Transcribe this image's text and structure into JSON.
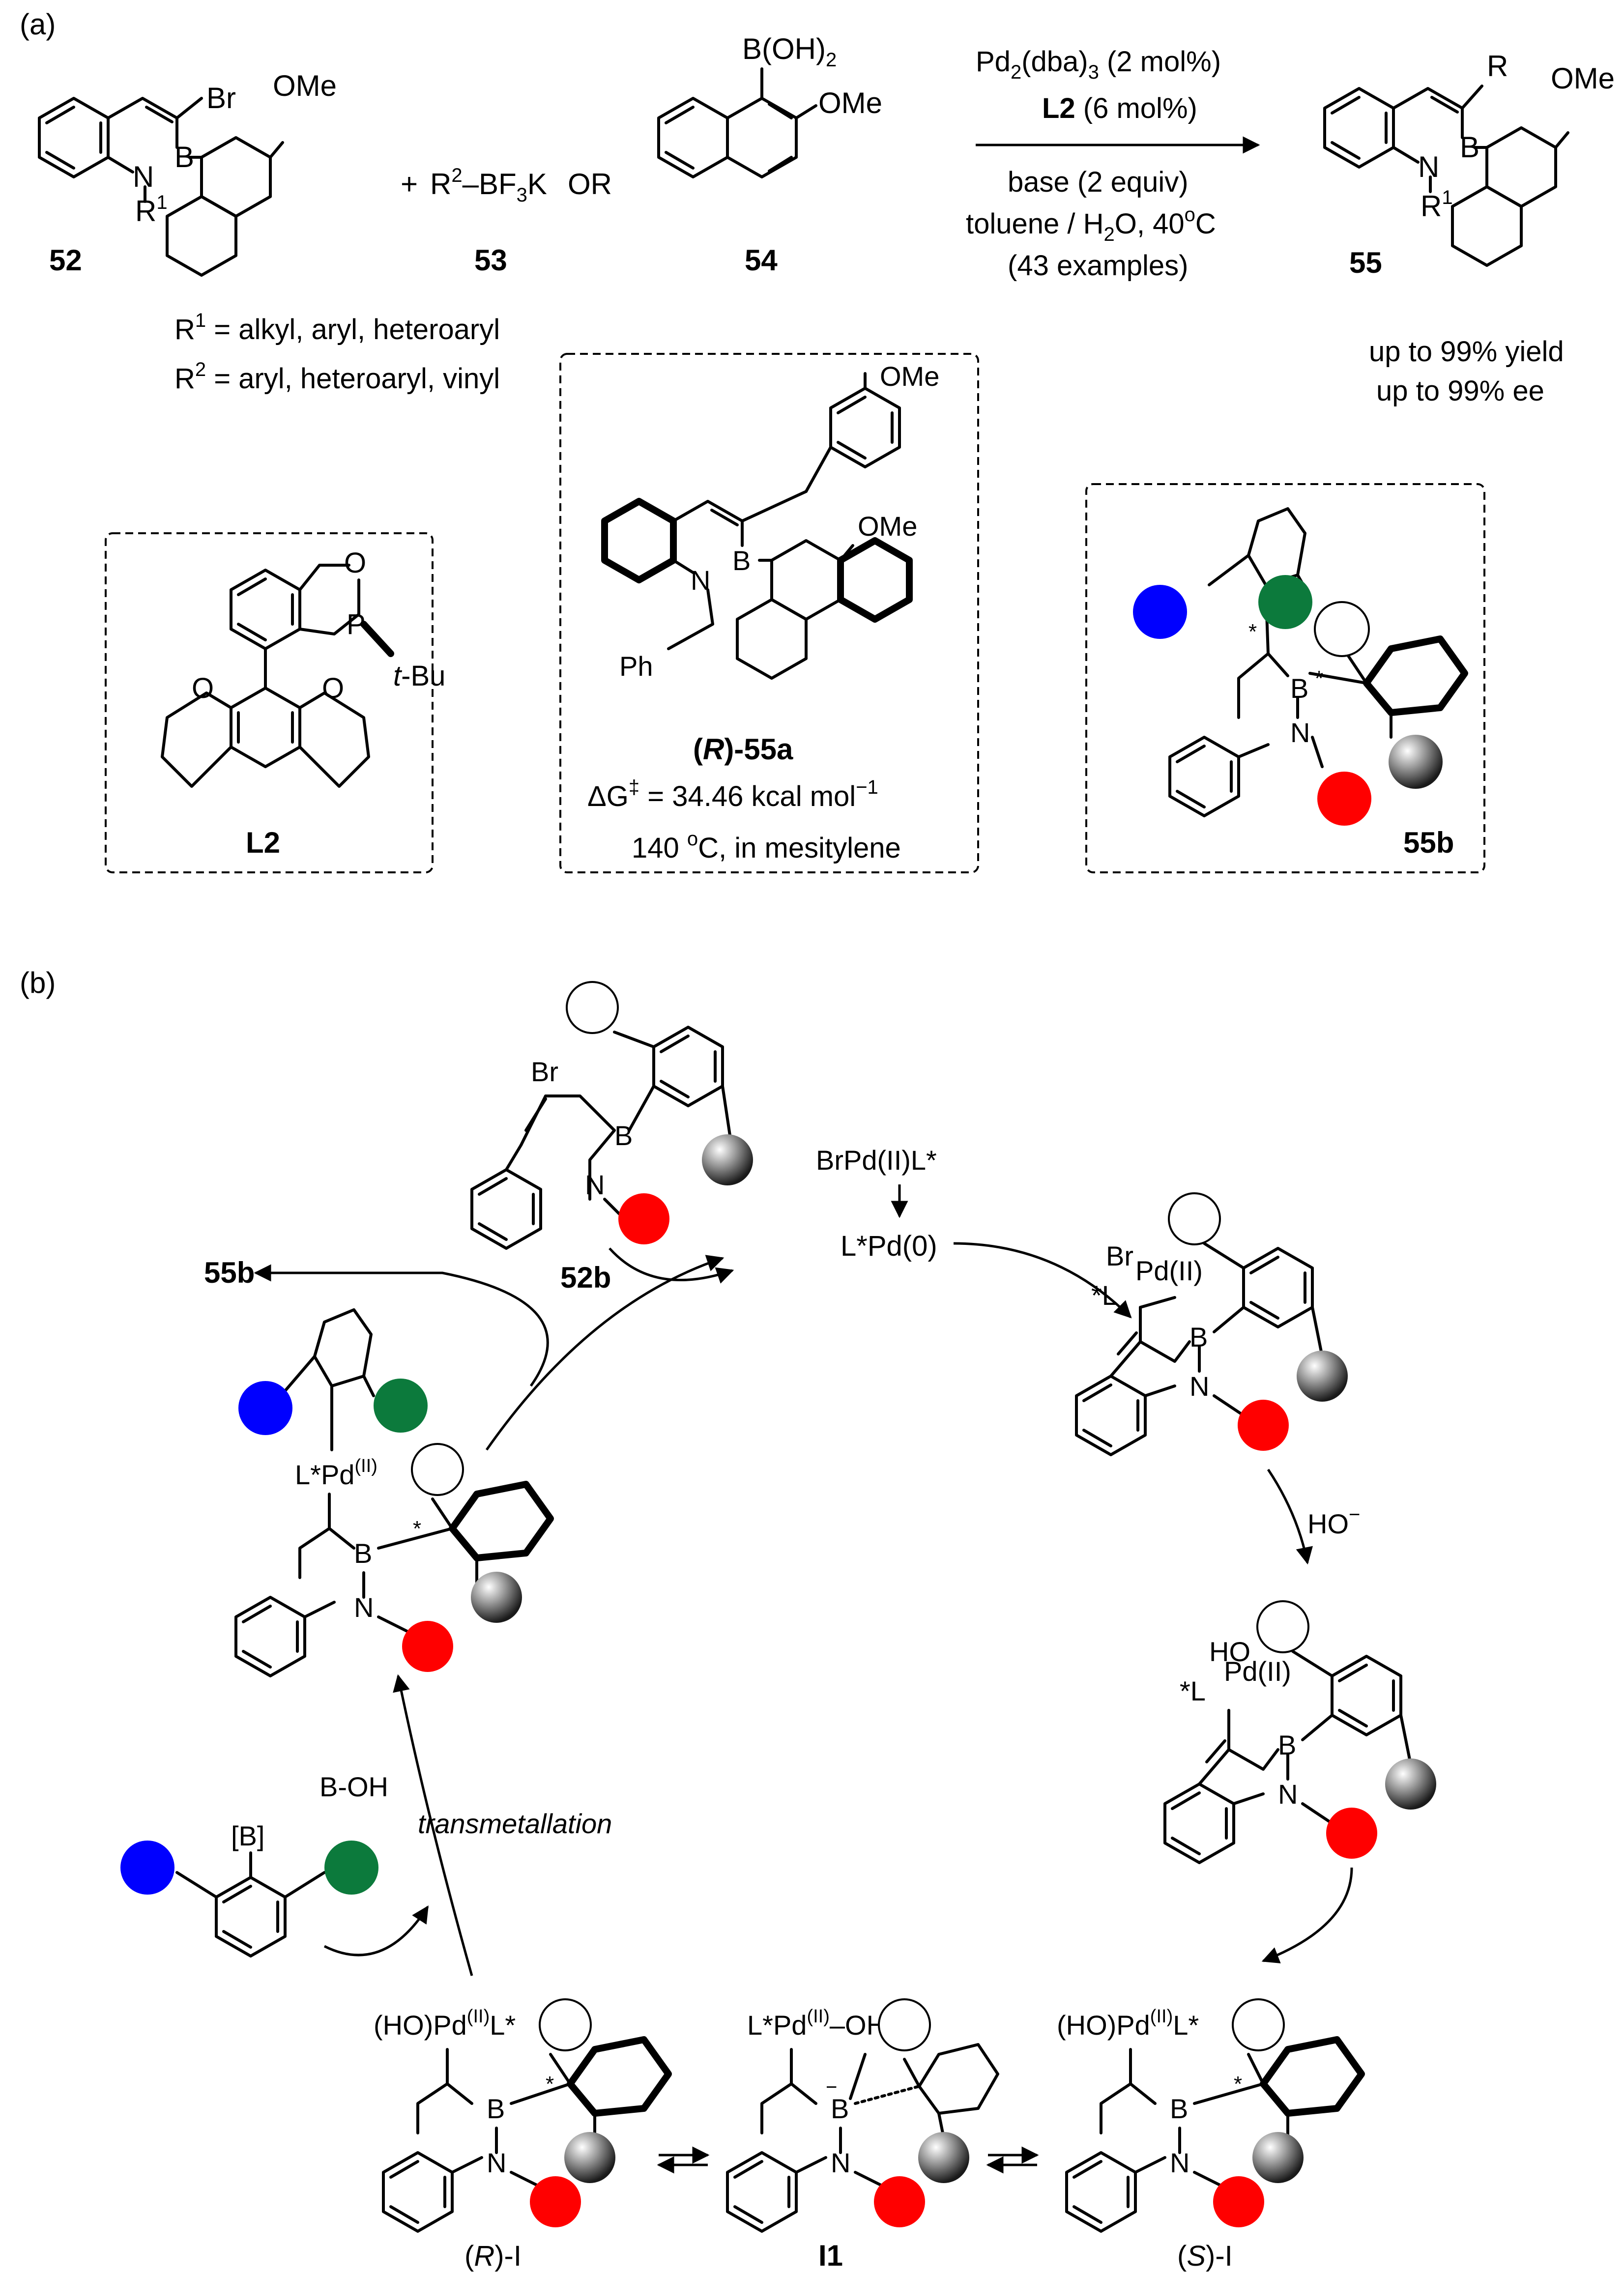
{
  "panel_a": {
    "label": "(a)",
    "compound_52": {
      "number": "52",
      "substituents": [
        "Br",
        "OMe",
        "N",
        "B",
        "R",
        "1"
      ]
    },
    "plus": "+",
    "compound_53": {
      "number": "53",
      "formula_r": "R",
      "formula_sup": "2",
      "formula_mid": "–BF",
      "formula_sub": "3",
      "formula_end": "K"
    },
    "or_label": "OR",
    "compound_54": {
      "number": "54",
      "boronic": "B(OH)",
      "boronic_sub": "2",
      "ome": "OMe"
    },
    "conditions": {
      "line1_pre": "Pd",
      "line1_sub1": "2",
      "line1_mid": "(dba)",
      "line1_sub2": "3",
      "line1_post": " (2 mol%)",
      "line2_bold": "L2",
      "line2_rest": " (6 mol%)",
      "line3": "base (2 equiv)",
      "line4_pre": "toluene / H",
      "line4_sub": "2",
      "line4_mid": "O, 40",
      "line4_sup": "o",
      "line4_post": "C",
      "line5": "(43 examples)"
    },
    "compound_55": {
      "number": "55",
      "r": "R",
      "ome": "OMe",
      "n": "N",
      "b": "B",
      "r1": "R",
      "r1_sup": "1"
    },
    "r_defs": {
      "r1_label": "R",
      "r1_sup": "1",
      "r1_text": " = alkyl, aryl, heteroaryl",
      "r2_label": "R",
      "r2_sup": "2",
      "r2_text": " = aryl, heteroaryl, vinyl"
    },
    "yield": {
      "line1": "up to 99% yield",
      "line2": "up to 99% ee"
    },
    "box_l2": {
      "label": "L2",
      "o1": "O",
      "o2": "O",
      "o3": "O",
      "p": "P",
      "tbu_t": "t",
      "tbu_rest": "-Bu"
    },
    "box_55a": {
      "label_open": "(",
      "label_r": "R",
      "label_close": ")-55a",
      "ome_top": "OMe",
      "ome": "OMe",
      "n": "N",
      "b": "B",
      "ph": "Ph",
      "dg_pre": "ΔG",
      "dg_sup": "‡",
      "dg_post": " = 34.46 kcal mol",
      "dg_sup2": "−1",
      "cond_pre": "140 ",
      "cond_sup": "o",
      "cond_post": "C, in mesitylene"
    },
    "box_55b": {
      "label": "55b",
      "b": "B",
      "n": "N",
      "star": "*"
    }
  },
  "panel_b": {
    "label": "(b)",
    "compound_52b": {
      "label": "52b",
      "br": "Br",
      "b": "B",
      "n": "N"
    },
    "pd0": "L*Pd(0)",
    "brpd": "BrPd(II)L*",
    "product_55b": "55b",
    "ox_add": {
      "br": "Br",
      "pd": "Pd(II)",
      "l": "*L",
      "b": "B",
      "n": "N"
    },
    "hydroxide": "HO",
    "hydroxide_sup": "−",
    "hydroxo": {
      "ho": "HO",
      "pd": "Pd(II)",
      "l": "*L",
      "b": "B",
      "n": "N"
    },
    "transmet": "transmetallation",
    "boh": "B-OH",
    "aryl_boron": "[B]",
    "pd_aryl": {
      "pre": "L*Pd",
      "sup": "(II)",
      "b": "B",
      "n": "N",
      "star": "*"
    },
    "int_R": {
      "pre": "(HO)Pd",
      "sup": "(II)",
      "post": "L*",
      "b": "B",
      "n": "N",
      "star": "*",
      "label_open": "(",
      "label_r": "R",
      "label_close": ")-I"
    },
    "int_I1": {
      "pre": "L*Pd",
      "sup": "(II)",
      "post": "–OH",
      "b": "B",
      "b_charge": "−",
      "n": "N",
      "label": "I1"
    },
    "int_S": {
      "pre": "(HO)Pd",
      "sup": "(II)",
      "post": "L*",
      "b": "B",
      "n": "N",
      "star": "*",
      "label_open": "(",
      "label_s": "S",
      "label_close": ")-I"
    }
  },
  "colors": {
    "blue": "#0000ff",
    "green": "#0c7a3c",
    "red": "#ff0000",
    "sphere_gray": "#555555"
  }
}
